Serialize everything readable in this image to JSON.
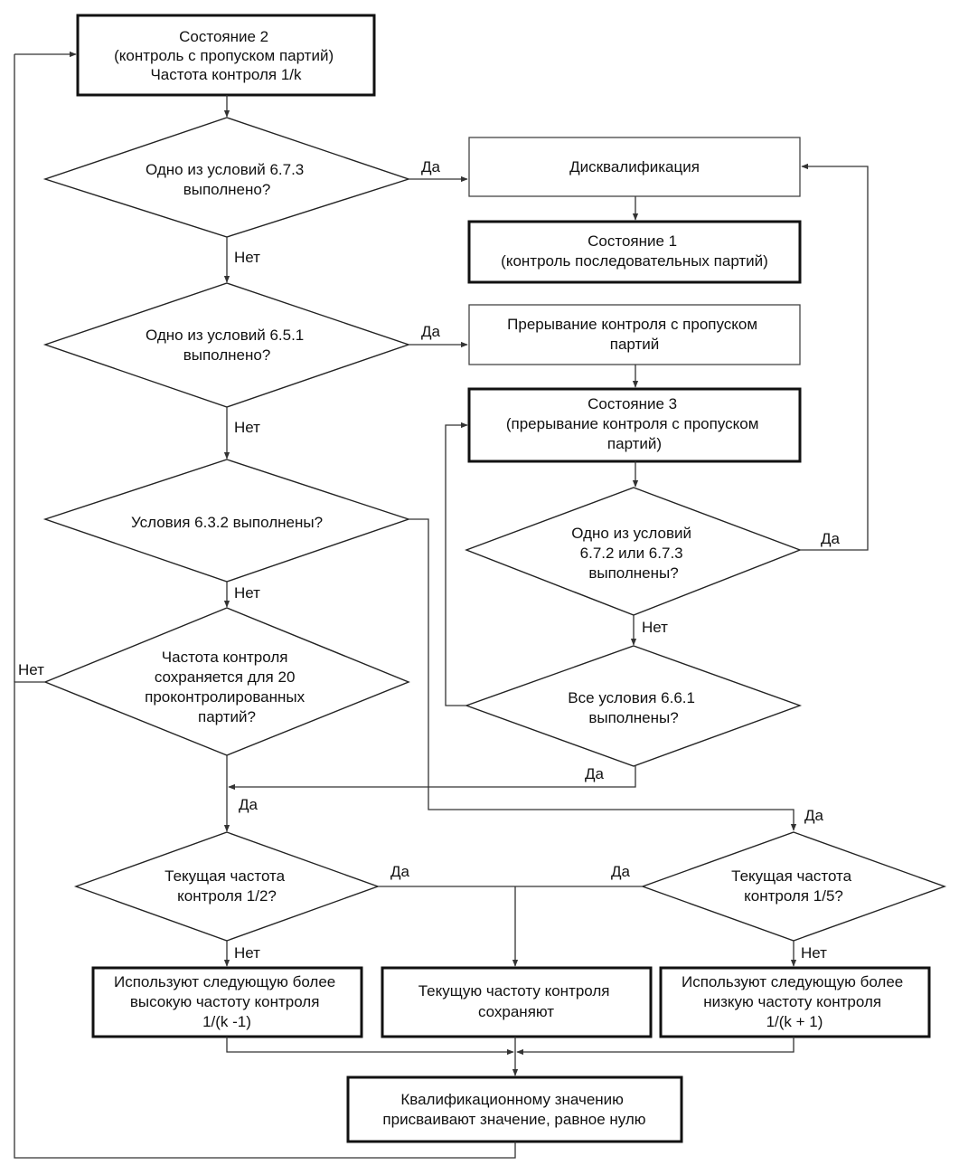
{
  "nodes": {
    "state2": [
      "Состояние 2",
      "(контроль с пропуском партий)",
      "Частота контроля 1/k"
    ],
    "q673": [
      "Одно из условий 6.7.3",
      "выполнено?"
    ],
    "disq": [
      "Дисквалификация"
    ],
    "state1": [
      "Состояние 1",
      "(контроль последовательных партий)"
    ],
    "q651": [
      "Одно из условий 6.5.1",
      "выполнено?"
    ],
    "interrupt": [
      "Прерывание контроля с пропуском",
      "партий"
    ],
    "state3": [
      "Состояние 3",
      "(прерывание контроля с пропуском",
      "партий)"
    ],
    "q632": [
      "Условия 6.3.2 выполнены?"
    ],
    "q672_673": [
      "Одно из условий",
      "6.7.2 или 6.7.3",
      "выполнены?"
    ],
    "q20": [
      "Частота контроля",
      "сохраняется для 20",
      "проконтролированных",
      "партий?"
    ],
    "q661": [
      "Все условия 6.6.1",
      "выполнены?"
    ],
    "q12": [
      "Текущая частота",
      "контроля 1/2?"
    ],
    "q15": [
      "Текущая частота",
      "контроля 1/5?"
    ],
    "higher": [
      "Используют следующую более",
      "высокую частоту контроля",
      "1/(k -1)"
    ],
    "keep": [
      "Текущую частоту контроля",
      "сохраняют"
    ],
    "lower": [
      "Используют следующую более",
      "низкую частоту контроля",
      "1/(k + 1)"
    ],
    "reset": [
      "Квалификационному значению",
      "присваивают значение, равное нулю"
    ]
  },
  "edge_labels": {
    "yes": "Да",
    "no": "Нет"
  },
  "colors": {
    "line": "#333333",
    "text": "#111111",
    "background": "#ffffff"
  }
}
